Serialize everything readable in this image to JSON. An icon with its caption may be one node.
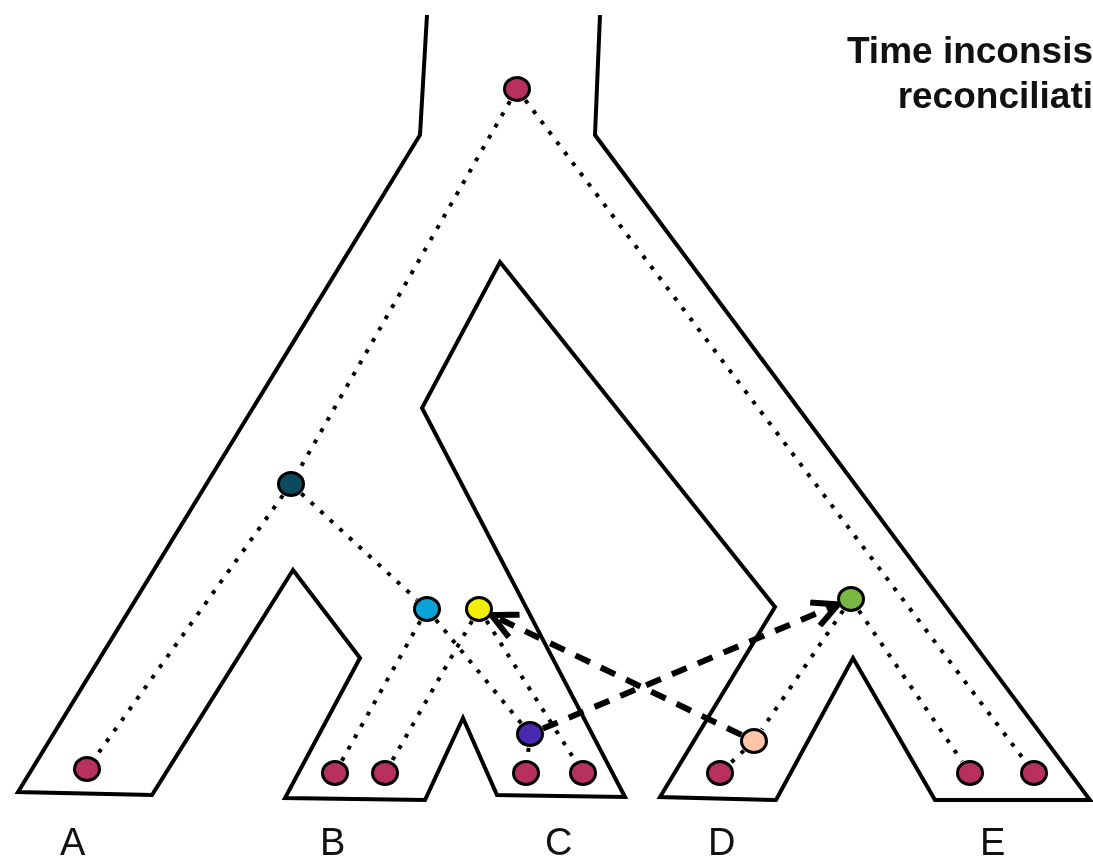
{
  "diagram": {
    "title": "Time inconsis reconciliati",
    "nodes": [
      {
        "text": [],
        "shape": "circle"
      },
      {
        "text": [],
        "shape": "circle"
      },
      {
        "text": [],
        "shape": "circle"
      },
      {
        "text": [],
        "shape": "circle"
      },
      {
        "text": [],
        "shape": "circle"
      },
      {
        "text": [],
        "shape": "circle"
      },
      {
        "text": [],
        "shape": "circle"
      },
      {
        "text": [],
        "shape": "circle"
      },
      {
        "text": [],
        "shape": "circle"
      },
      {
        "text": [],
        "shape": "circle"
      },
      {
        "text": [],
        "shape": "circle"
      },
      {
        "text": [],
        "shape": "circle"
      },
      {
        "text": [],
        "shape": "circle"
      },
      {
        "text": [],
        "shape": "circle"
      },
      {
        "text": [],
        "shape": "circle"
      }
    ],
    "edges": [
      {
        "from": 0,
        "to": 1,
        "arrow": "none"
      },
      {
        "from": 0,
        "to": 14,
        "arrow": "none"
      },
      {
        "from": 1,
        "to": 7,
        "arrow": "none"
      },
      {
        "from": 1,
        "to": 2,
        "arrow": "none"
      },
      {
        "from": 2,
        "to": 8,
        "arrow": "none"
      },
      {
        "from": 2,
        "to": 5,
        "arrow": "none"
      },
      {
        "from": 3,
        "to": 9,
        "arrow": "none"
      },
      {
        "from": 3,
        "to": 11,
        "arrow": "none"
      },
      {
        "from": 5,
        "to": 10,
        "arrow": "none"
      },
      {
        "from": 5,
        "to": 4,
        "arrow": "to",
        "style": "dashed"
      },
      {
        "from": 6,
        "to": 3,
        "arrow": "to",
        "style": "dashed"
      },
      {
        "from": 4,
        "to": 6,
        "arrow": "none"
      },
      {
        "from": 4,
        "to": 13,
        "arrow": "none"
      },
      {
        "from": 6,
        "to": 12,
        "arrow": "none"
      }
    ],
    "labels": [
      "A",
      "B",
      "C",
      "D",
      "E"
    ]
  }
}
